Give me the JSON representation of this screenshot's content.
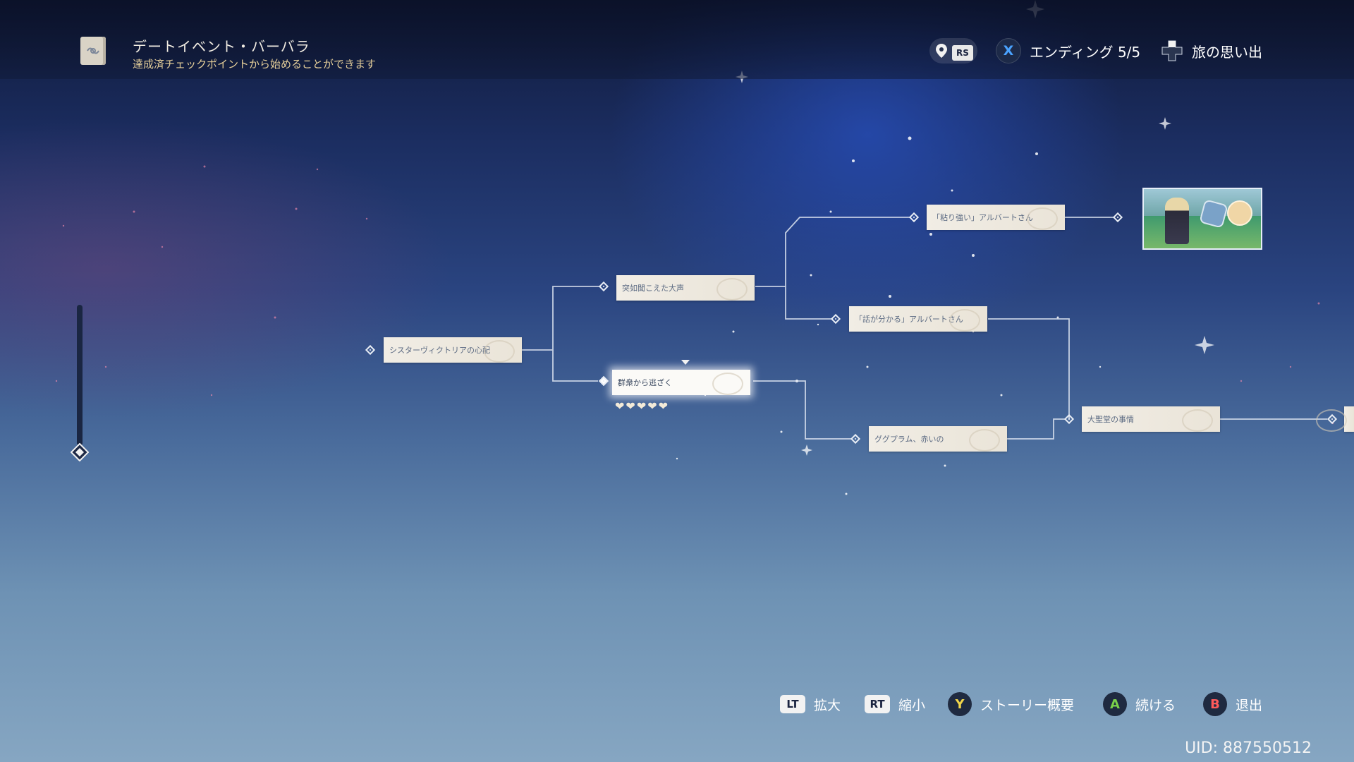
{
  "header": {
    "title": "デートイベント・バーバラ",
    "subtitle": "達成済チェックポイントから始めることができます",
    "map_button_label": "RS",
    "x_key": "X",
    "endings_label": "エンディング 5/5",
    "memories_label": "旅の思い出"
  },
  "nodes": [
    {
      "label": "シスターヴィクトリアの心配"
    },
    {
      "label": "突如聞こえた大声"
    },
    {
      "label": "群衆から逃ざく"
    },
    {
      "label": "「粘り強い」アルバートさん"
    },
    {
      "label": "「話が分かる」アルバートさん"
    },
    {
      "label": "ググプラム、赤いの"
    },
    {
      "label": "大聖堂の事情"
    }
  ],
  "selected_node": {
    "hearts": "❤❤❤❤❤",
    "hearts_count": 5
  },
  "footer": {
    "zoom_in_key": "LT",
    "zoom_in": "拡大",
    "zoom_out_key": "RT",
    "zoom_out": "縮小",
    "overview_key": "Y",
    "overview": "ストーリー概要",
    "continue_key": "A",
    "continue": "続ける",
    "exit_key": "B",
    "exit": "退出"
  },
  "uid": "UID: 887550512",
  "colors": {
    "x_key": "#4aa3ff",
    "y_key": "#f2d64a",
    "a_key": "#7ad04a",
    "b_key": "#ff5a5a",
    "subtitle": "#e6cf9a"
  }
}
